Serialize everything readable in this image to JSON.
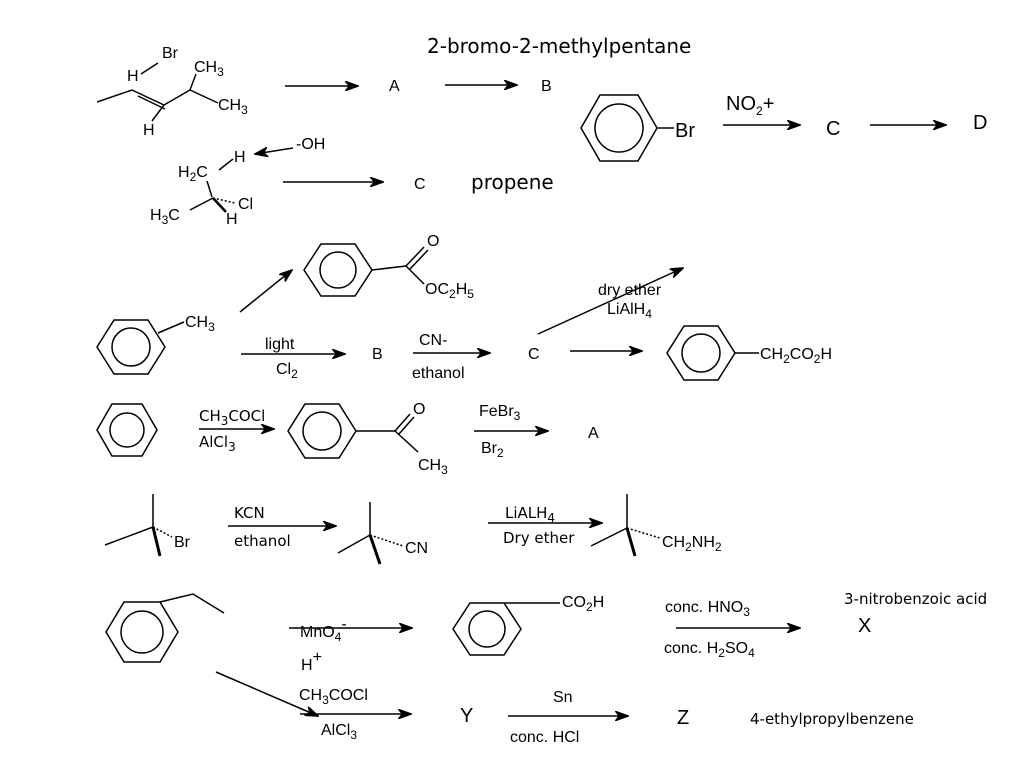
{
  "reactions": {
    "r1": {
      "title": "2-bromo-2-methylpentane",
      "reagent_br": "Br",
      "reagent_h": "H",
      "ch3_top": "CH",
      "ch3_bot": "CH",
      "h_bottom": "H",
      "p1": "A",
      "p2": "B",
      "three": "3"
    },
    "r2": {
      "sub_br": "Br",
      "reagent": "NO",
      "reagent_sub": "2",
      "reagent_sup": "+",
      "p1": "C",
      "p2": "D"
    },
    "r3": {
      "base": "-OH",
      "h": "H",
      "h2c": "H",
      "c": "C",
      "cl": "Cl",
      "h3c": "H",
      "h_small": "H",
      "product": "C",
      "label": "propene",
      "two": "2",
      "three": "3"
    },
    "r4": {
      "ester_o": "O",
      "ester_oc": "OC",
      "ester_h": "H",
      "two": "2",
      "five": "5",
      "ch3": "CH",
      "three": "3",
      "light": "light",
      "cl2": "Cl",
      "b": "B",
      "cn": "CN-",
      "ethanol": "ethanol",
      "c": "C",
      "dry_ether": "dry ether",
      "lialh": "LiAlH",
      "four": "4",
      "prod_ch2": "CH",
      "prod_co2h": "CO",
      "prod_h": "H"
    },
    "r5": {
      "reagent": "CH",
      "reagent_rest": "COCl",
      "alcl": "AlCl",
      "three": "3",
      "ketone_o": "O",
      "ketone_ch3": "CH",
      "febr": "FeBr",
      "br2": "Br",
      "two": "2",
      "product": "A"
    },
    "r6": {
      "br": "Br",
      "kcn": "KCN",
      "ethanol": "ethanol",
      "cn": "CN",
      "lialh": "LiALH",
      "four": "4",
      "dry_ether": "Dry ether",
      "ch2nh2": "CH",
      "nh": "NH",
      "two": "2"
    },
    "r7": {
      "mno": "MnO",
      "four": "4",
      "minus": "-",
      "h_plus": "H",
      "plus": "+",
      "co2h": "CO",
      "h": "H",
      "two": "2",
      "hno3": "conc. HNO",
      "three": "3",
      "h2so4": "conc. H",
      "so4": "SO",
      "product": "X",
      "label": "3-nitrobenzoic acid"
    },
    "r8": {
      "ch3cocl": "CH",
      "cocl_rest": "COCl",
      "alcl": "AlCl",
      "three": "3",
      "y": "Y",
      "sn": "Sn",
      "hcl": "conc. HCl",
      "z": "Z",
      "label": "4-ethylpropylbenzene"
    }
  }
}
